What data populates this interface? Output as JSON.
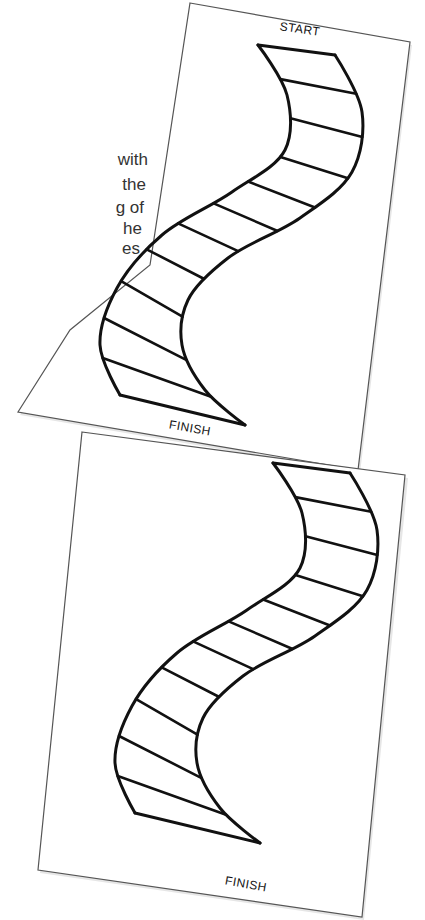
{
  "diagram": {
    "labels": [
      "with",
      "the",
      "g of",
      "he",
      "es",
      "START",
      "FINISH",
      "FINISH"
    ]
  }
}
